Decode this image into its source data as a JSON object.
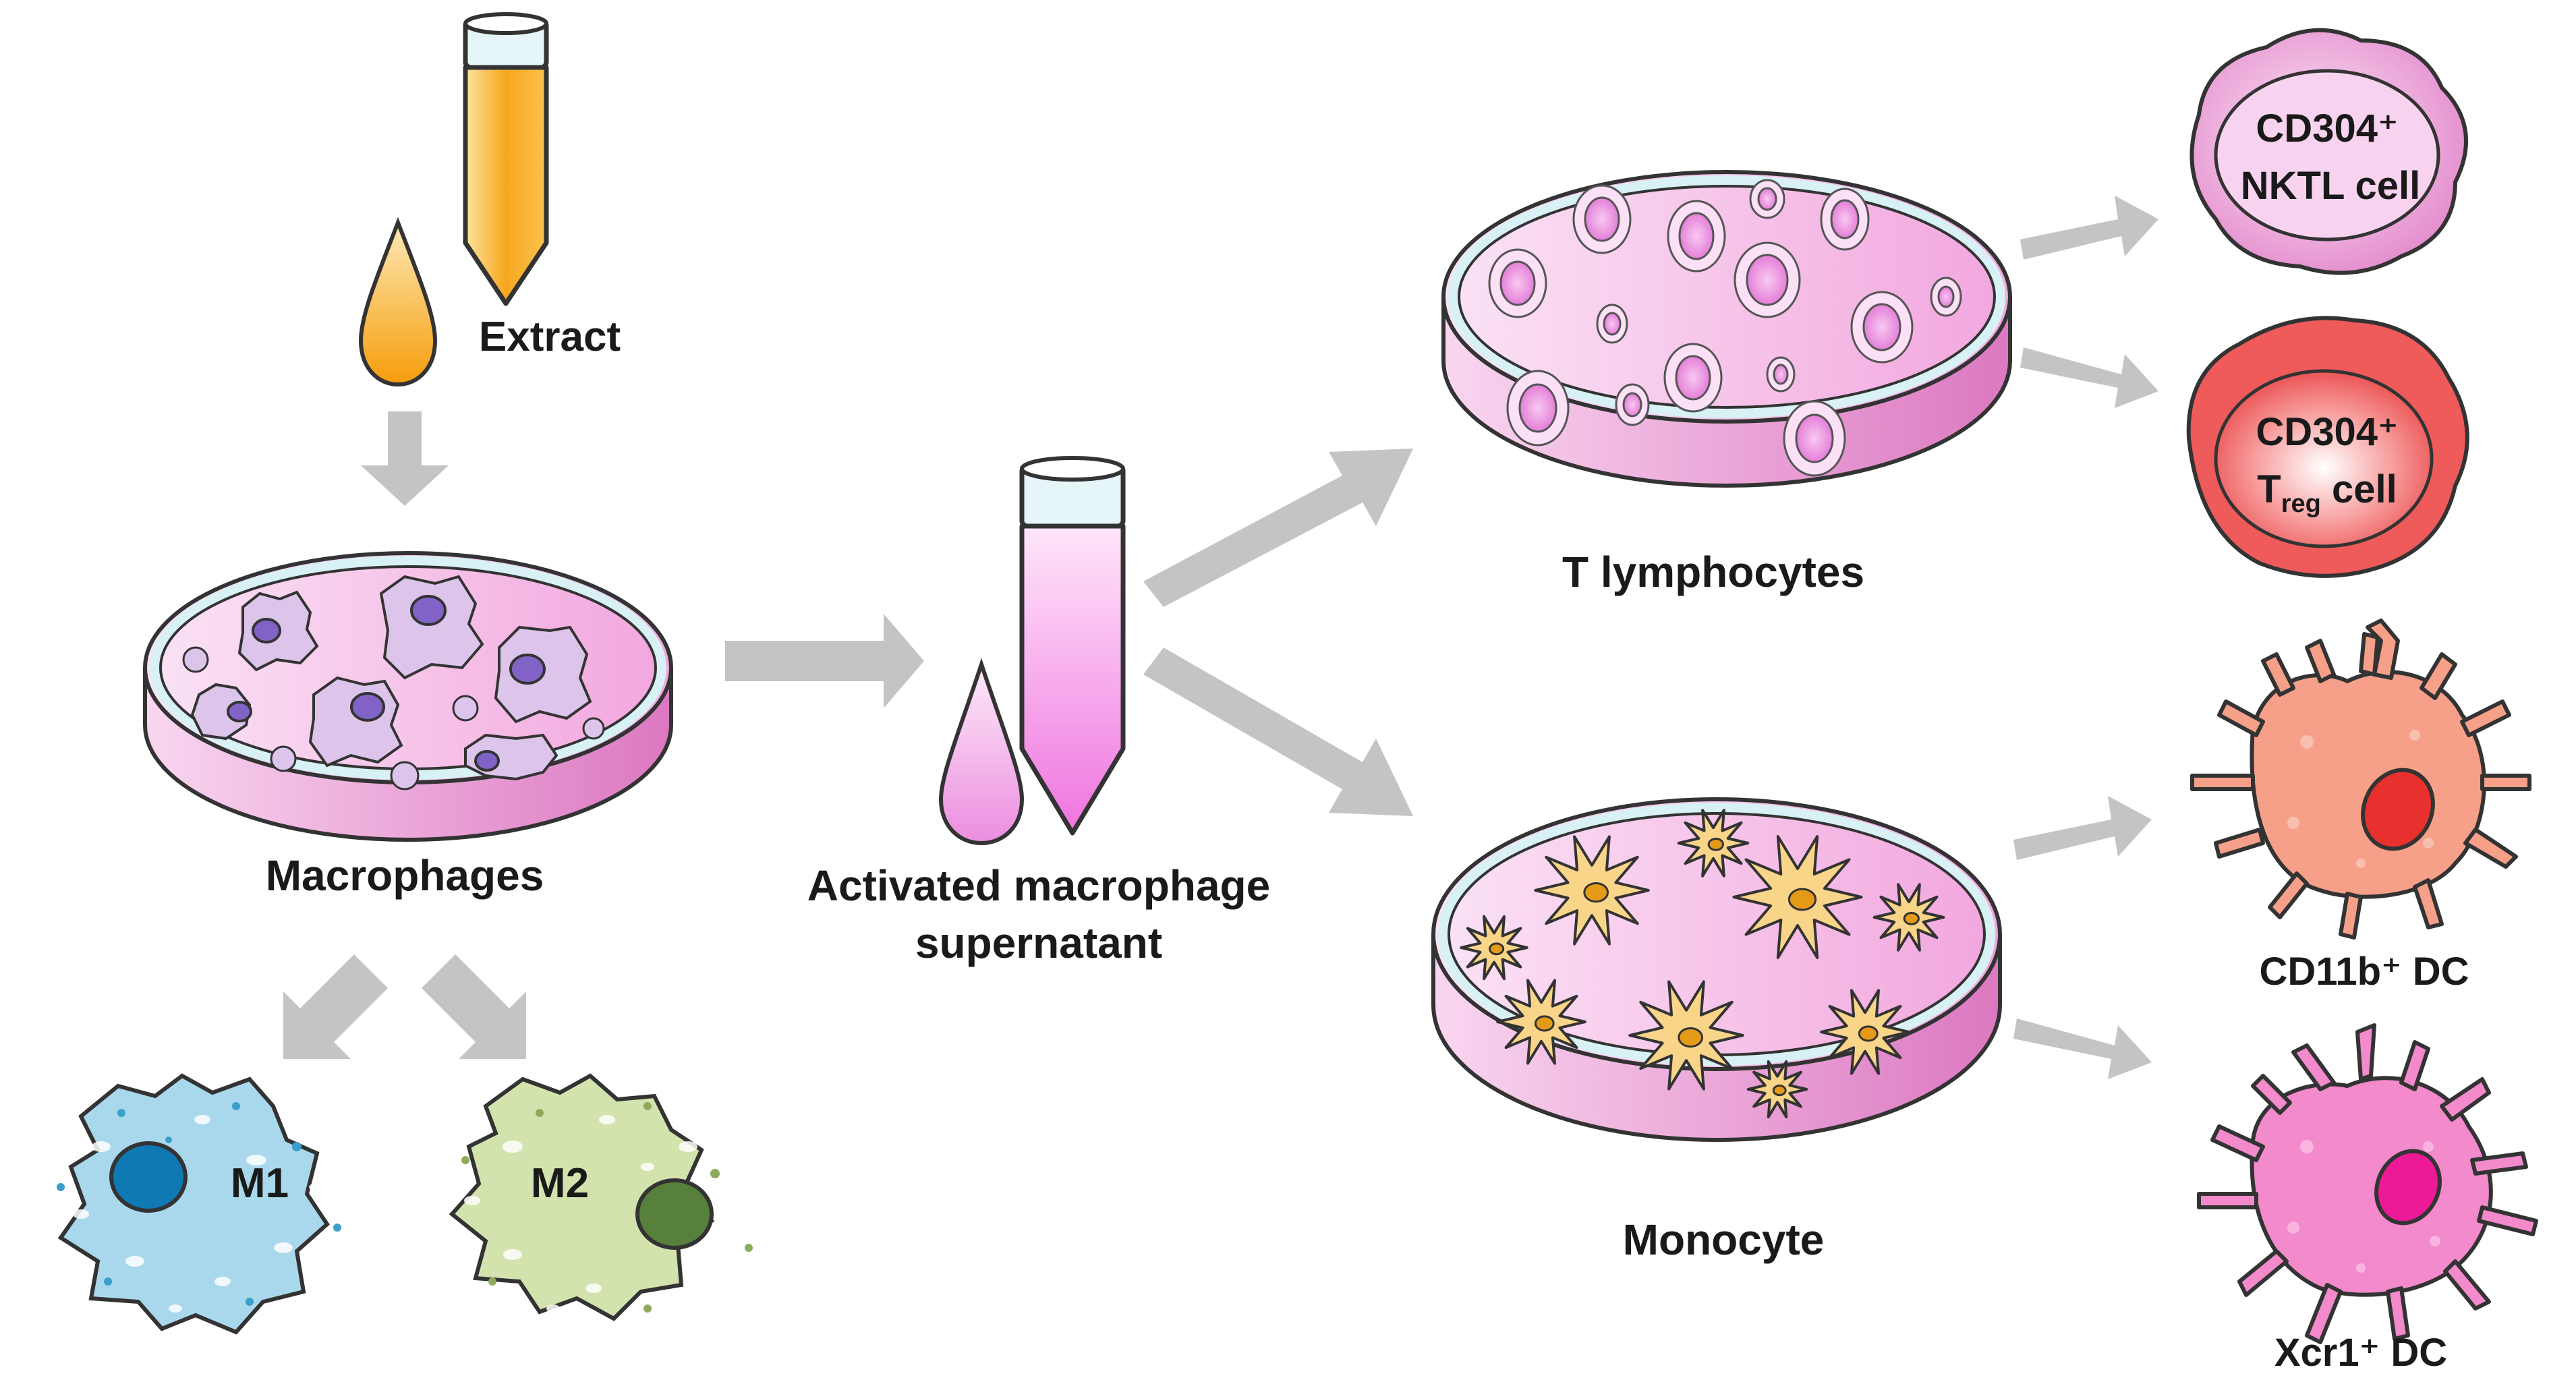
{
  "labels": {
    "extract": "Extract",
    "macrophages": "Macrophages",
    "supernatant_line1": "Activated macrophage",
    "supernatant_line2": "supernatant",
    "t_lymphocytes": "T lymphocytes",
    "monocyte": "Monocyte",
    "m1": "M1",
    "m2": "M2",
    "nktl_line1": "CD304⁺",
    "nktl_line2": "NKTL cell",
    "treg_line1": "CD304⁺",
    "treg_T": "T",
    "treg_sub": "reg",
    "treg_rest": " cell",
    "cd11b_dc": "CD11b⁺ DC",
    "xcr1_dc": "Xcr1⁺ DC"
  },
  "colors": {
    "arrow": "#c4c4c4",
    "extract_orange": "#f7a71e",
    "dish_pink": "#f4bde6",
    "dish_rim": "#d8f1f4",
    "macrophage_body": "#dcc4ea",
    "macrophage_nucleus": "#8163c8",
    "m1_body": "#a9d8ec",
    "m1_nucleus": "#0e79b2",
    "m2_body": "#d3e3ae",
    "m2_nucleus": "#56803b",
    "lymphocyte": "#f0a8e0",
    "monocyte_cell": "#f9d58a",
    "monocyte_nucleus": "#e59a17",
    "nktl_cell": "#eca2d6",
    "treg_cell": "#ef5a5a",
    "cd11b_dc_body": "#f6a08a",
    "cd11b_dc_nucleus": "#e8302f",
    "xcr1_dc_body": "#f38acb",
    "xcr1_dc_nucleus": "#ec1a96"
  }
}
